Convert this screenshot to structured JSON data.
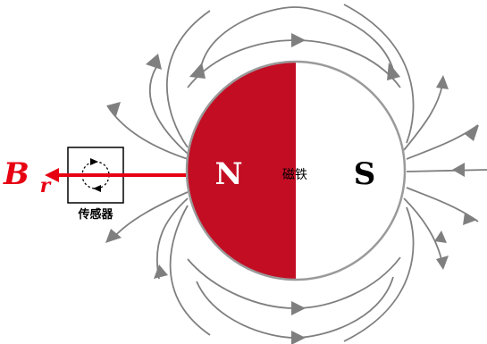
{
  "diagram": {
    "br_symbol": "B",
    "br_subscript": "r",
    "sensor_label": "传感器",
    "magnet_label": "磁铁",
    "north_label": "N",
    "south_label": "S",
    "colors": {
      "north_fill": "#c30d23",
      "south_fill": "#ffffff",
      "magnet_outline": "#9a9a9a",
      "field_line": "#7f7f7f",
      "field_arrow": "#7f7f7f",
      "br_arrow": "#e60012",
      "br_text": "#e60012",
      "sensor_border": "#000000"
    }
  }
}
